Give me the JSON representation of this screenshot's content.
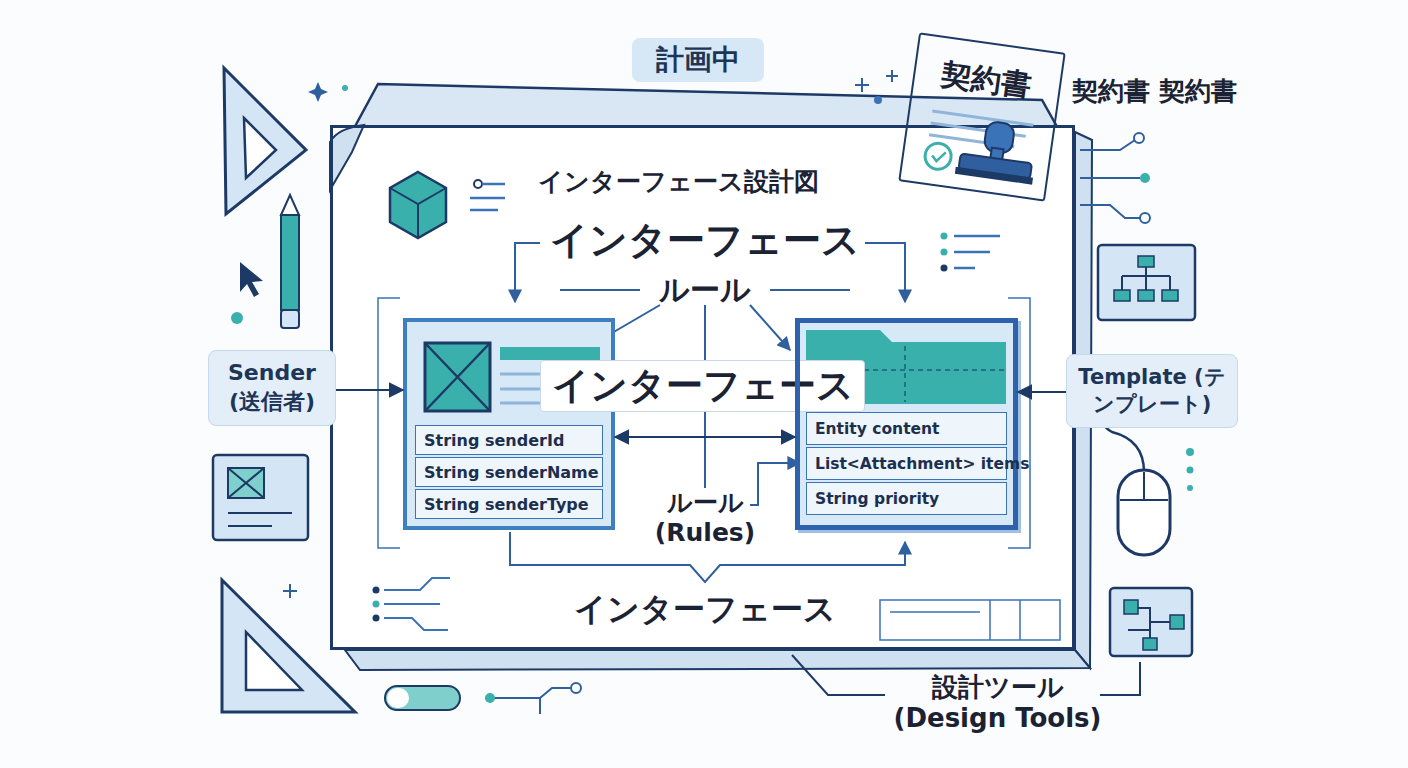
{
  "diagram": {
    "nodes": [
      {
        "text": [
          "計画中"
        ]
      },
      {
        "text": [
          "契約書"
        ]
      },
      {
        "text": [
          "インターフェース設計図"
        ]
      },
      {
        "text": [
          "String senderId",
          "String senderName",
          "String senderType"
        ],
        "in": 2
      },
      {
        "text": [
          "インターフェース"
        ],
        "in": 2
      },
      {
        "text": [
          "Entity content",
          "List<Attachment> items",
          "String priority"
        ],
        "in": 2
      },
      {
        "text": [
          "Sender (送信者)"
        ]
      },
      {
        "text": [
          "Template (テンプレート)"
        ]
      }
    ],
    "edges": [
      {
        "from": 6,
        "to": 3,
        "arrow": "to"
      },
      {
        "from": 7,
        "to": 5,
        "arrow": "to"
      },
      {
        "from": 3,
        "to": 5,
        "arrow": "both"
      }
    ],
    "labels": [
      "契約書 契約書",
      "インターフェース",
      "ルール",
      "ルール (Rules)",
      "インターフェース",
      "設計ツール (Design Tools)"
    ]
  }
}
